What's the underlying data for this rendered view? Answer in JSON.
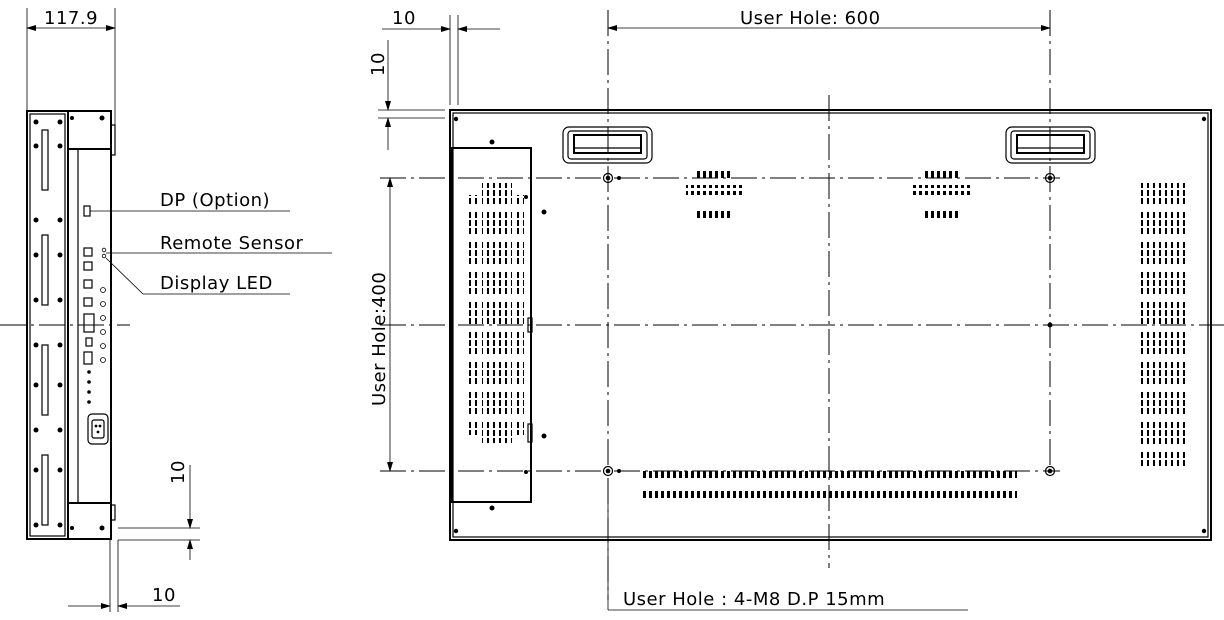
{
  "dimensions": {
    "side_depth": "117.9",
    "top_offset_horizontal": "10",
    "top_offset_vertical": "10",
    "user_hole_width": "User Hole: 600",
    "user_hole_height": "User Hole:400",
    "side_bottom_vertical": "10",
    "side_bottom_horizontal": "10"
  },
  "callouts": {
    "dp_option": "DP (Option)",
    "remote_sensor": "Remote Sensor",
    "display_led": "Display LED",
    "user_hole_spec": "User Hole : 4-M8 D.P 15mm"
  }
}
